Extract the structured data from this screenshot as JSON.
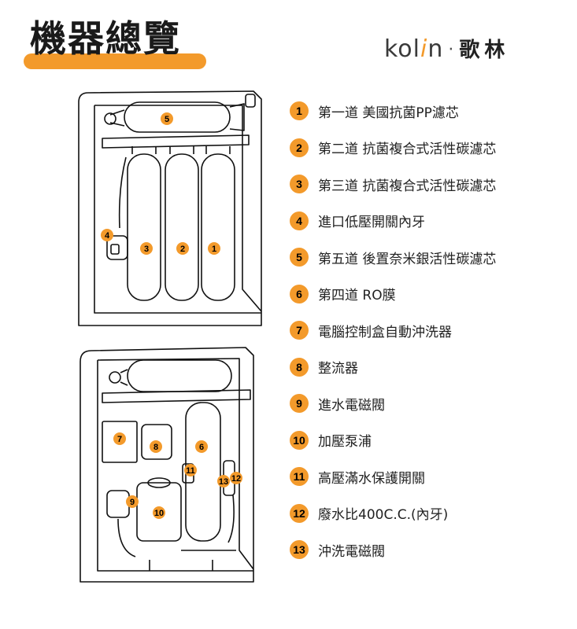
{
  "header": {
    "title": "機器總覽",
    "brand": {
      "part1": "kol",
      "accent": "i",
      "part2": "n",
      "dot": "·",
      "cjk": "歌林"
    },
    "accent_color": "#f39a2b"
  },
  "parts": [
    {
      "num": "1",
      "label": "第一道  美國抗菌PP濾芯"
    },
    {
      "num": "2",
      "label": "第二道  抗菌複合式活性碳濾芯"
    },
    {
      "num": "3",
      "label": "第三道  抗菌複合式活性碳濾芯"
    },
    {
      "num": "4",
      "label": "進口低壓開關內牙"
    },
    {
      "num": "5",
      "label": "第五道  後置奈米銀活性碳濾芯"
    },
    {
      "num": "6",
      "label": "第四道  RO膜"
    },
    {
      "num": "7",
      "label": "電腦控制盒自動沖洗器"
    },
    {
      "num": "8",
      "label": "整流器"
    },
    {
      "num": "9",
      "label": "進水電磁閥"
    },
    {
      "num": "10",
      "label": "加壓泵浦"
    },
    {
      "num": "11",
      "label": "高壓滿水保護開關"
    },
    {
      "num": "12",
      "label": "廢水比400C.C.(內牙)"
    },
    {
      "num": "13",
      "label": "沖洗電磁閥"
    }
  ],
  "diagram": {
    "top_markers": [
      "5",
      "4",
      "3",
      "2",
      "1"
    ],
    "bottom_markers": [
      "7",
      "8",
      "6",
      "11",
      "13",
      "12",
      "9",
      "10"
    ]
  }
}
